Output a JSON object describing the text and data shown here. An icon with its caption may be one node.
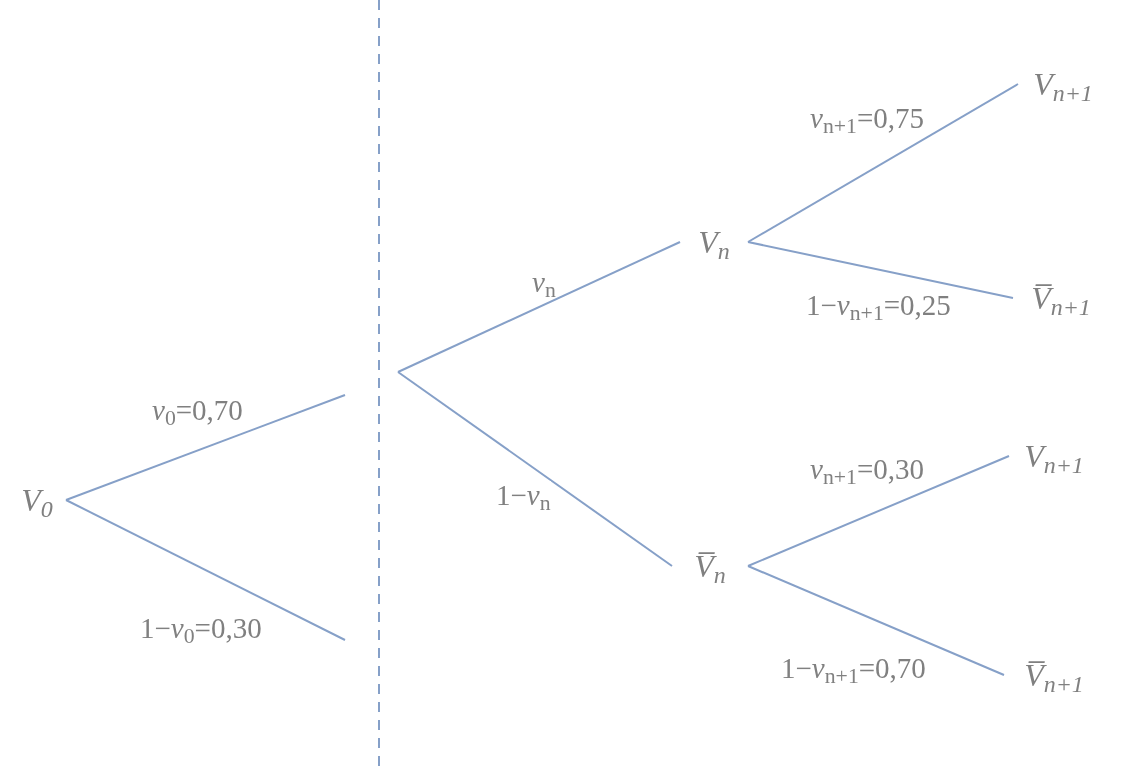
{
  "diagram": {
    "nodes": [
      {
        "text": [
          "V$_{0}$"
        ]
      },
      {
        "text": [
          "V$_{n}$"
        ]
      },
      {
        "text": [
          "V̅$_{n}$"
        ]
      },
      {
        "text": [
          "V$_{n+1}$"
        ]
      },
      {
        "text": [
          "V̅$_{n+1}$"
        ]
      },
      {
        "text": [
          "V$_{n+1}$"
        ]
      },
      {
        "text": [
          "V̅$_{n+1}$"
        ]
      }
    ],
    "edges": [
      {
        "from": 0,
        "to": null,
        "arrow": "none",
        "label": "*v*$_{0}$=0,70"
      },
      {
        "from": 0,
        "to": null,
        "arrow": "none",
        "label": "1−*v*$_{0}$=0,30"
      },
      {
        "from": null,
        "to": 1,
        "arrow": "none",
        "label": "*v*$_{n}$"
      },
      {
        "from": null,
        "to": 2,
        "arrow": "none",
        "label": "1−*v*$_{n}$"
      },
      {
        "from": 1,
        "to": 3,
        "arrow": "none",
        "label": "*v*$_{n+1}$=0,75"
      },
      {
        "from": 1,
        "to": 4,
        "arrow": "none",
        "label": "1−*v*$_{n+1}$=0,25"
      },
      {
        "from": 2,
        "to": 5,
        "arrow": "none",
        "label": "*v*$_{n+1}$=0,30"
      },
      {
        "from": 2,
        "to": 6,
        "arrow": "none",
        "label": "1−*v*$_{n+1}$=0,70"
      }
    ]
  }
}
